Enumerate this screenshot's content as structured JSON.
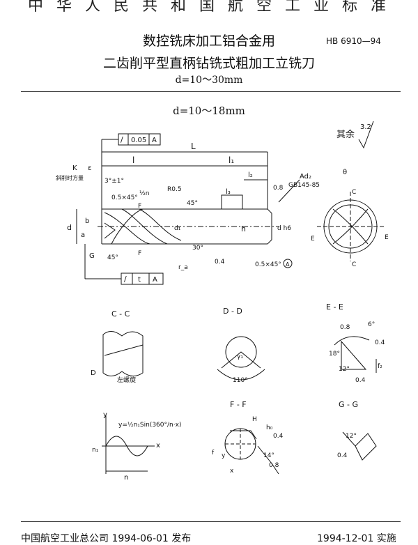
{
  "header": {
    "top_clipped": "中 华 人 民 共 和 国 航 空 工 业 标 准",
    "title_line1": "数控铣床加工铝合金用",
    "title_line2": "二齿削平型直柄钻铣式粗加工立铣刀",
    "standard_number": "HB 6910—94",
    "diameter_range": "d=10～30mm"
  },
  "drawing": {
    "subtitle": "d=10～18mm",
    "surface_note": "其余",
    "surface_roughness": "3.2",
    "labels": {
      "tol_box1_sym": "/",
      "tol_box1_val": "0.05",
      "tol_box1_ref": "A",
      "L": "L",
      "l": "l",
      "l1": "l₁",
      "l2": "l₂",
      "l3": "l₃",
      "K": "K",
      "eps": "ε",
      "cutting_edge": "斜削时方量",
      "angle_3": "3°±1°",
      "chamfer1": "0.5×45°",
      "half_n": "½n",
      "F_top": "F",
      "R05": "R0.5",
      "angle_45_top": "45°",
      "Ad2": "Ad₂",
      "gb": "GB145-85",
      "r08": "0.8",
      "d": "d",
      "a": "a",
      "b": "b",
      "h": "h",
      "d1": "d₁",
      "d_h6": "d h6",
      "G": "G",
      "angle_45": "45°",
      "F_bot": "F",
      "angle_30": "30°",
      "ra": "r_a",
      "rough_04": "0.4",
      "chamfer2": "0.5×45°",
      "A_circle": "A",
      "tol2_sym": "/",
      "tol2_t": "t",
      "tol2_ref": "A",
      "theta": "θ",
      "C_top": "C",
      "C_bot": "C",
      "E_left": "E",
      "E_right": "E"
    },
    "sections": {
      "cc": "C - C",
      "cc_note": "左螺旋",
      "cc_D": "D",
      "dd": "D - D",
      "dd_gamma": "γ₁",
      "dd_angle": "110°",
      "ee": "E - E",
      "ee_08a": "0.8",
      "ee_6": "6°",
      "ee_04a": "0.4",
      "ee_18": "18°",
      "ee_12": "12°",
      "ee_f2": "f₂",
      "ee_04b": "0.4",
      "ff": "F - F",
      "ff_H": "H",
      "ff_h0": "h₀",
      "ff_04": "0.4",
      "ff_f": "f",
      "ff_y": "y",
      "ff_14": "14°",
      "ff_08": "0.8",
      "ff_x": "x",
      "gg": "G - G",
      "gg_12": "12°",
      "gg_04": "0.4",
      "eq": "y=½n₁Sin(360°/n·x)",
      "eq_y": "y",
      "eq_x": "x",
      "eq_n1": "n₁",
      "eq_n": "n"
    }
  },
  "footer": {
    "left": "中国航空工业总公司 1994-06-01 发布",
    "right": "1994-12-01 实施"
  }
}
